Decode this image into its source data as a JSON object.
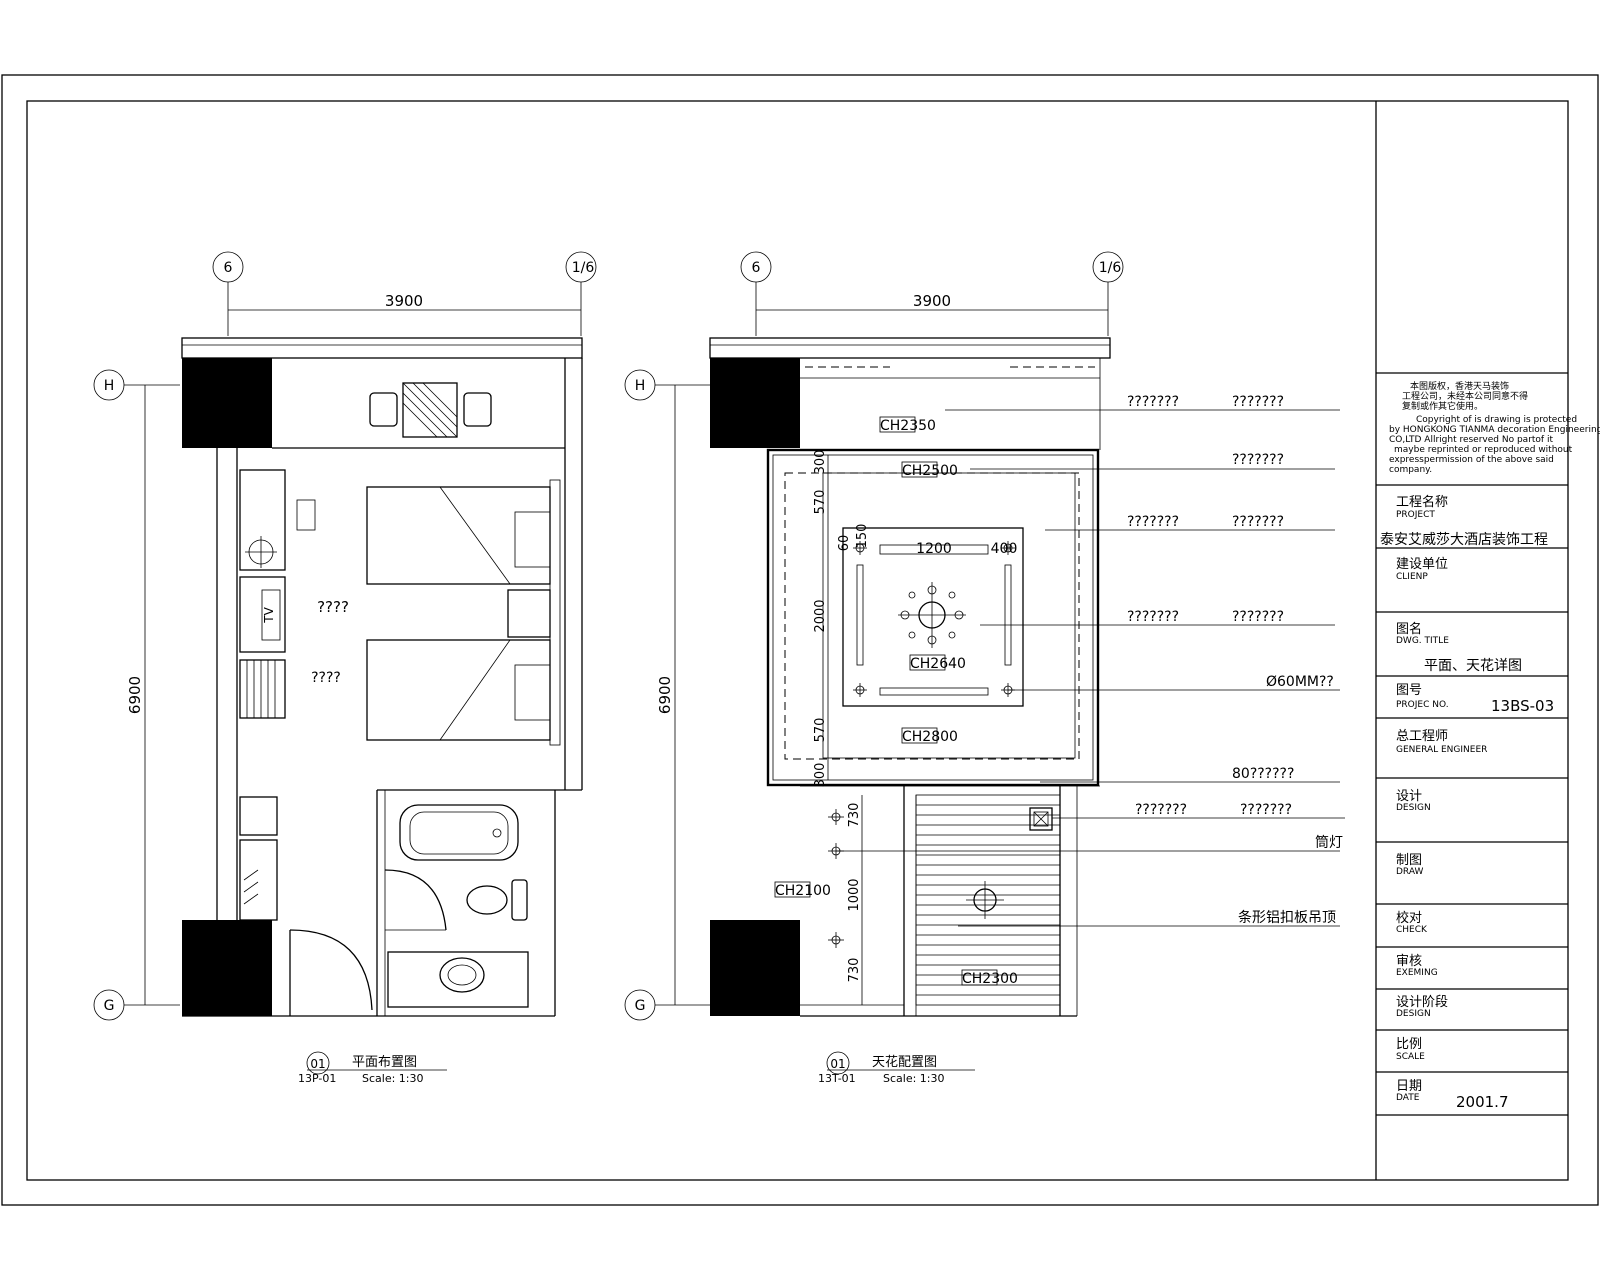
{
  "axes": {
    "col_left": "6",
    "col_right": "1/6",
    "row_top": "H",
    "row_bottom": "G"
  },
  "dims": {
    "width": "3900",
    "depth": "6900"
  },
  "plan": {
    "tv_label": "TV",
    "room_mark_1": "????",
    "room_mark_2": "????",
    "title_num": "01",
    "title": "平面布置图",
    "sheet": "13P-01",
    "scale": "Scale: 1:30"
  },
  "ceiling": {
    "title_num": "01",
    "title": "天花配置图",
    "sheet": "13T-01",
    "scale": "Scale: 1:30",
    "heights": [
      "CH2350",
      "CH2500",
      "CH2640",
      "CH2800",
      "CH2100",
      "CH2300"
    ],
    "dims_inner": {
      "d300a": "300",
      "d570a": "570",
      "d60": "60",
      "d150": "150",
      "d1200": "1200",
      "d400": "400",
      "d2000": "2000",
      "d570b": "570",
      "d300b": "300",
      "d730a": "730",
      "d1000": "1000",
      "d730b": "730"
    },
    "notes": [
      {
        "a": "???????",
        "b": "???????"
      },
      {
        "a": "",
        "b": "???????"
      },
      {
        "a": "???????",
        "b": "???????"
      },
      {
        "a": "???????",
        "b": "???????"
      },
      {
        "a": "",
        "b": "Ø60MM??"
      },
      {
        "a": "",
        "b": "80??????"
      },
      {
        "a": "???????",
        "b": "???????"
      },
      {
        "a": "",
        "b": "筒灯"
      },
      {
        "a": "",
        "b": "条形铝扣板吊顶"
      }
    ]
  },
  "title_block": {
    "copyright_cn": [
      "本图版权，香港天马装饰",
      "工程公司，未经本公司同意不得",
      "复制或作其它使用。"
    ],
    "copyright_en": [
      "Copyright of is drawing is protected",
      "by HONGKONG TIANMA decoration Engineering",
      "CO,LTD Allright reserved No partof it",
      "maybe reprinted or reproduced without",
      "expresspermission of the above said",
      "company."
    ],
    "project_cn": "工程名称",
    "project_en": "PROJECT",
    "project_value": "泰安艾威莎大酒店装饰工程",
    "client_cn": "建设单位",
    "client_en": "CLIENP",
    "title_cn": "图名",
    "title_en": "DWG. TITLE",
    "title_value": "平面、天花详图",
    "no_cn": "图号",
    "no_en": "PROJEC NO.",
    "no_value": "13BS-03",
    "engineer_cn": "总工程师",
    "engineer_en": "GENERAL ENGINEER",
    "design_cn": "设计",
    "design_en": "DESIGN",
    "draw_cn": "制图",
    "draw_en": "DRAW",
    "check_cn": "校对",
    "check_en": "CHECK",
    "exeming_cn": "审核",
    "exeming_en": "EXEMING",
    "stage_cn": "设计阶段",
    "stage_en": "DESIGN",
    "scale_cn": "比例",
    "scale_en": "SCALE",
    "date_cn": "日期",
    "date_en": "DATE",
    "date_value": "2001.7"
  }
}
